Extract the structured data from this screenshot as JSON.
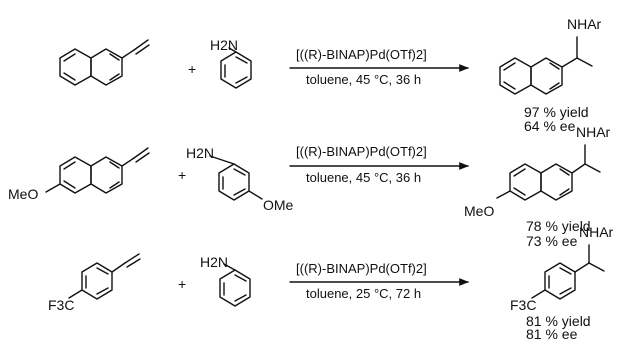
{
  "reactions": [
    {
      "substrate": "2-vinylnaphthalene",
      "amine_label": "H2N",
      "plus": "+",
      "catalyst": "[((R)-BINAP)Pd(OTf)2]",
      "conditions": "toluene, 45 °C, 36 h",
      "product_label": "NHAr",
      "yield": "97 % yield",
      "ee": "64 % ee"
    },
    {
      "substrate_label": "MeO",
      "amine_label": "H2N",
      "amine_substituent": "OMe",
      "plus": "+",
      "catalyst": "[((R)-BINAP)Pd(OTf)2]",
      "conditions": "toluene, 45 °C, 36 h",
      "product_label": "NHAr",
      "product_substituent": "MeO",
      "yield": "78 % yield",
      "ee": "73 % ee"
    },
    {
      "substrate_label": "F3C",
      "amine_label": "H2N",
      "plus": "+",
      "catalyst": "[((R)-BINAP)Pd(OTf)2]",
      "conditions": "toluene, 25 °C, 72 h",
      "product_label": "NHAr",
      "product_substituent": "F3C",
      "yield": "81 % yield",
      "ee": "81 % ee"
    }
  ]
}
